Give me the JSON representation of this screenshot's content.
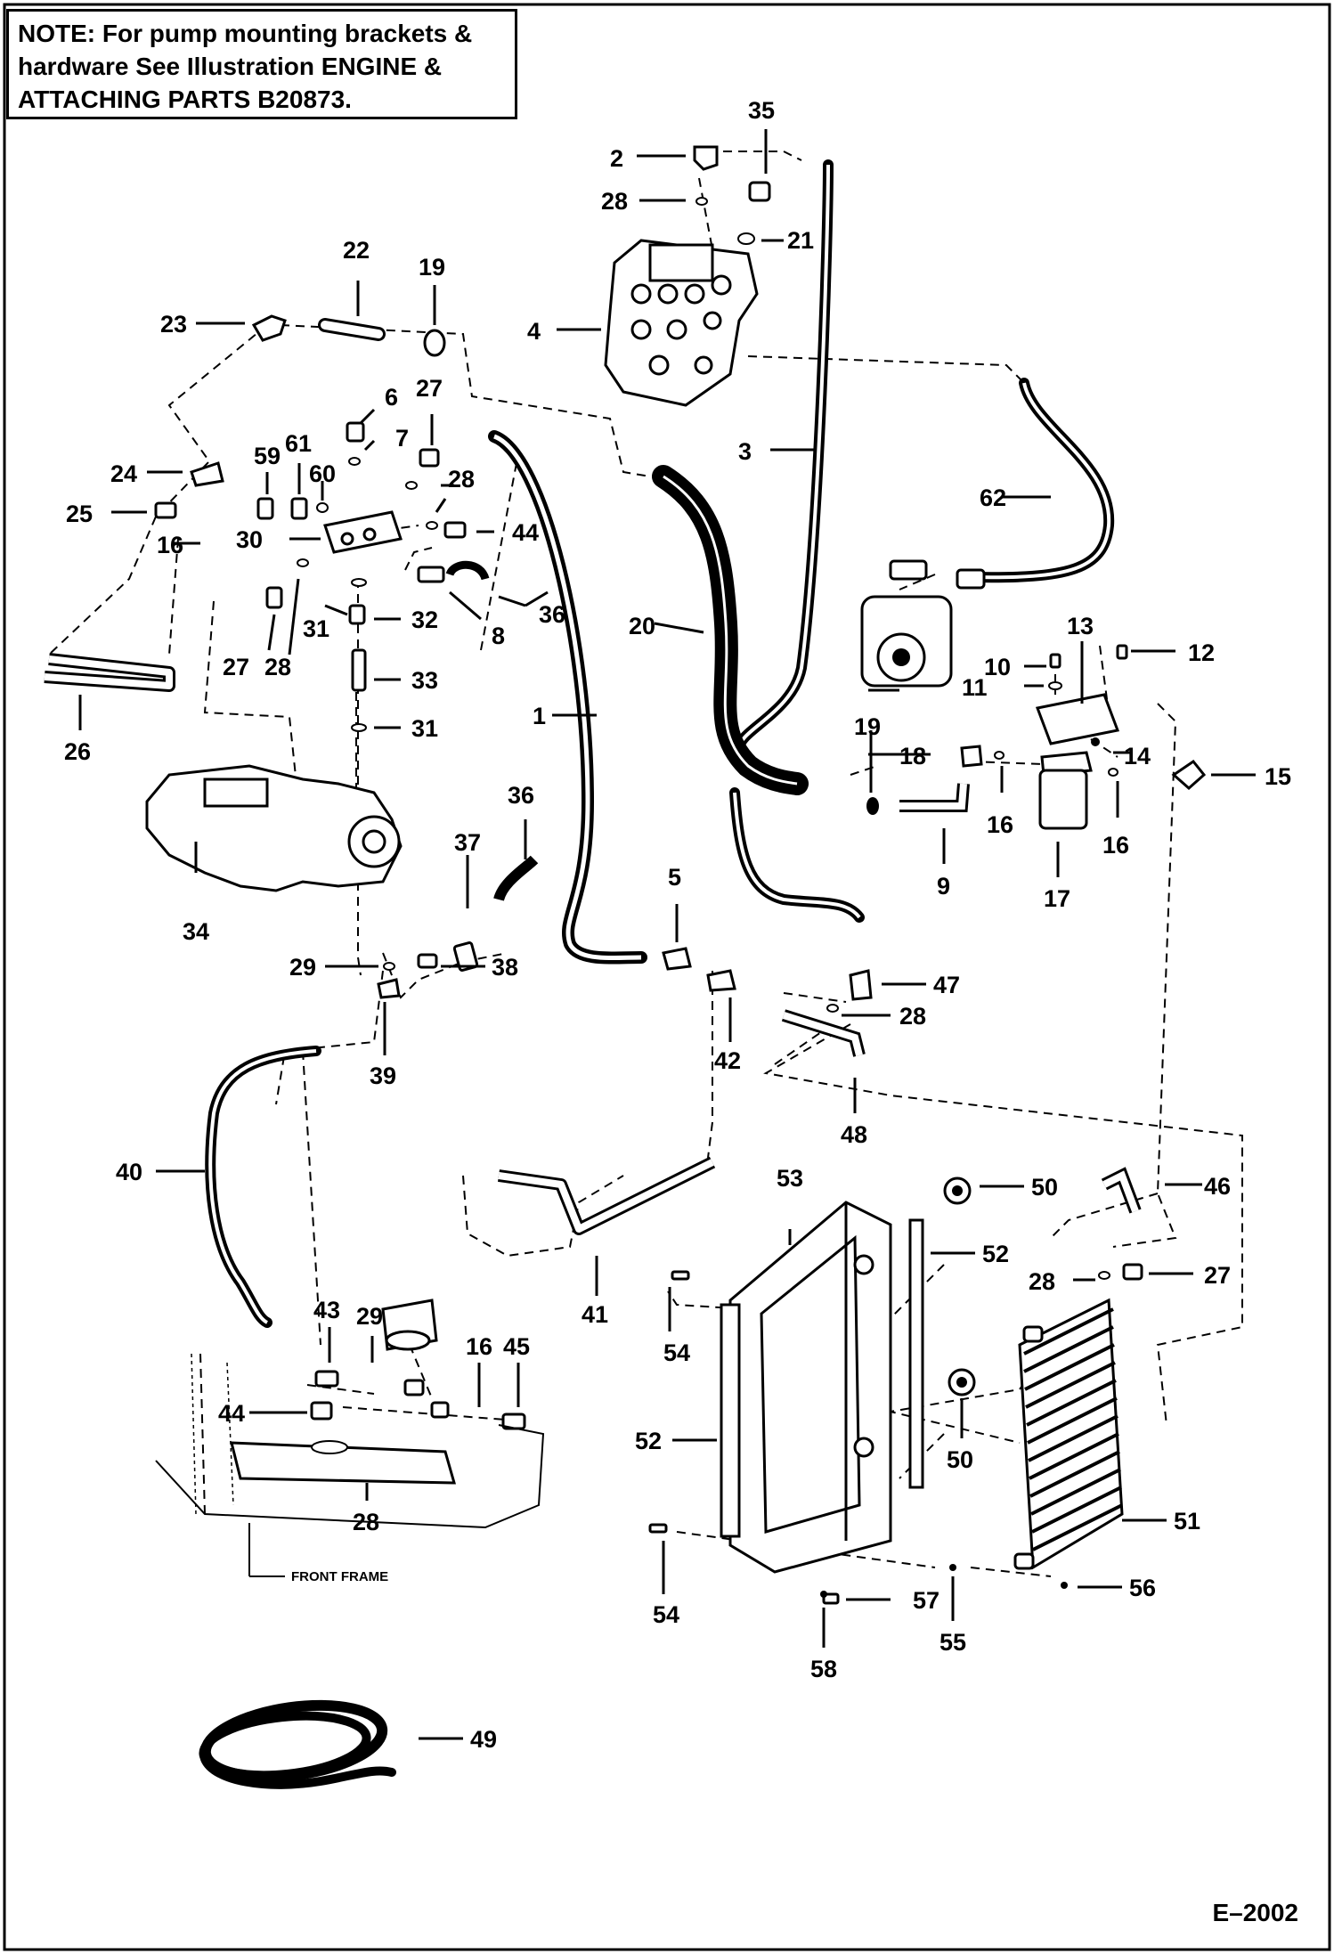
{
  "note": {
    "lines": [
      "NOTE: For pump mounting brackets &",
      "hardware See Illustration ENGINE &",
      "ATTACHING PARTS B20873."
    ]
  },
  "figure_id": "E–2002",
  "front_frame_label": "FRONT FRAME",
  "callouts": [
    "1",
    "2",
    "3",
    "4",
    "5",
    "6",
    "7",
    "8",
    "9",
    "10",
    "11",
    "12",
    "13",
    "14",
    "15",
    "16",
    "17",
    "18",
    "19",
    "20",
    "21",
    "22",
    "23",
    "24",
    "25",
    "26",
    "27",
    "28",
    "29",
    "30",
    "31",
    "32",
    "33",
    "34",
    "35",
    "36",
    "37",
    "38",
    "39",
    "40",
    "41",
    "42",
    "43",
    "44",
    "45",
    "46",
    "47",
    "48",
    "49",
    "50",
    "51",
    "52",
    "53",
    "54",
    "55",
    "56",
    "57",
    "58",
    "59",
    "60",
    "61",
    "62"
  ]
}
